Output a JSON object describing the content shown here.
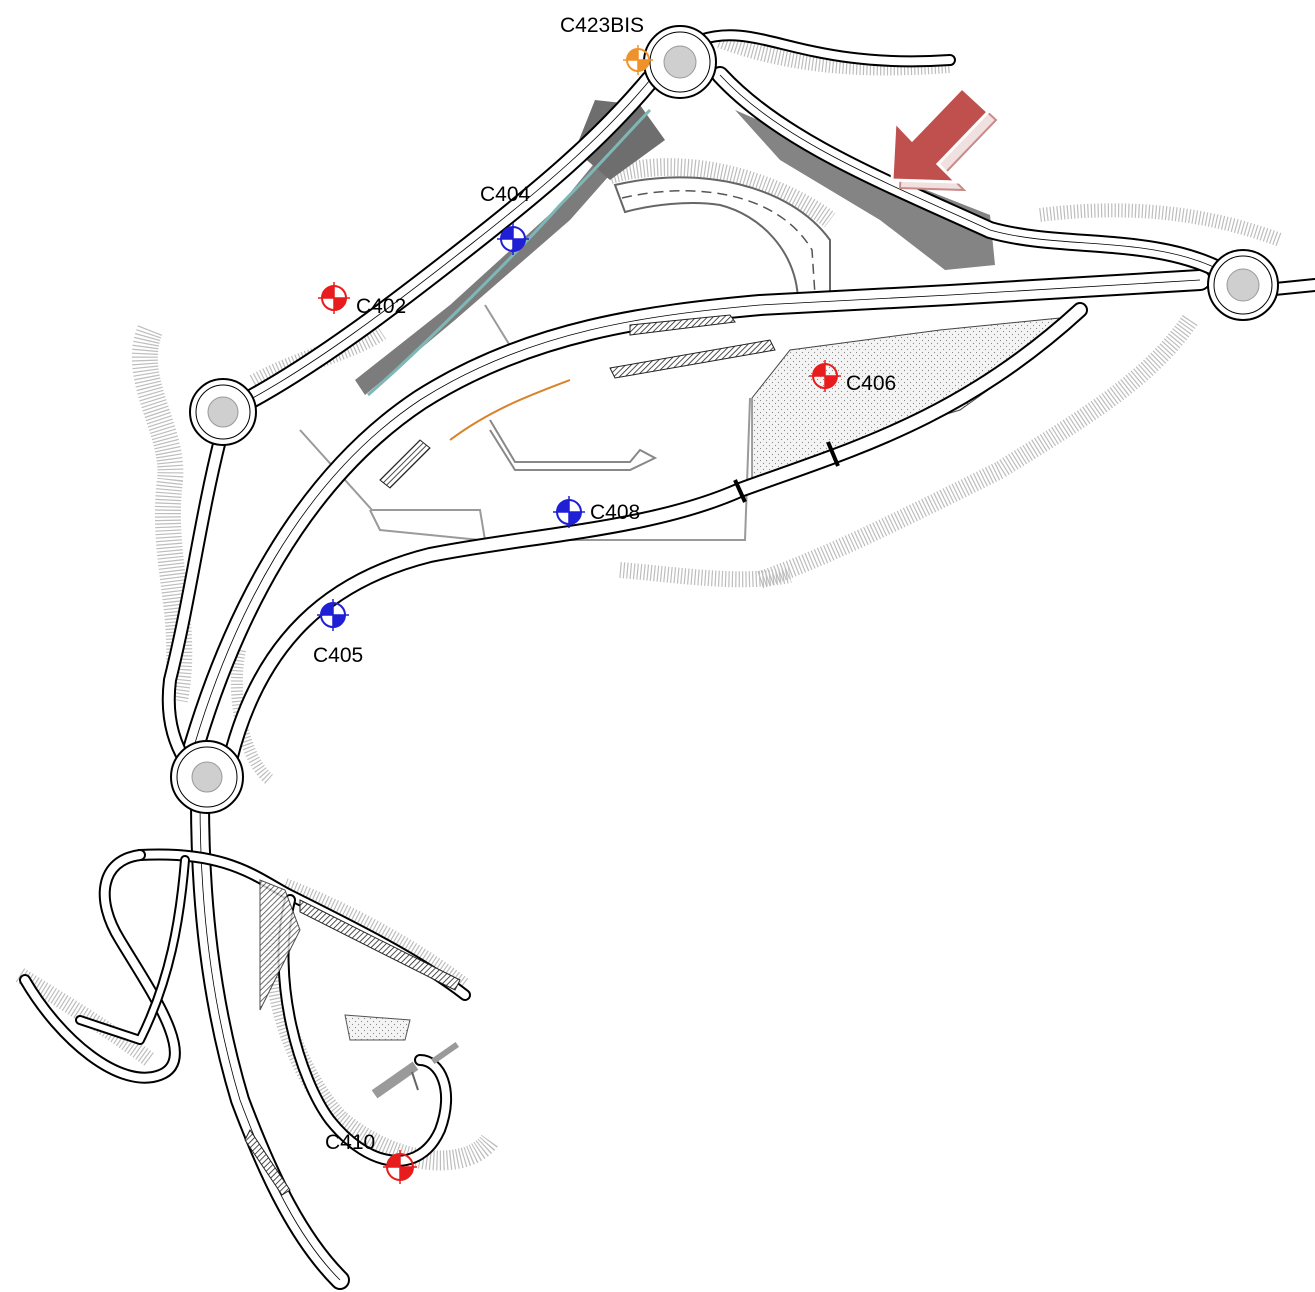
{
  "boreholes": [
    {
      "label": "C423BIS",
      "color": "#f0922b"
    },
    {
      "label": "C404",
      "color": "#1f1fd6"
    },
    {
      "label": "C402",
      "color": "#e81c1c"
    },
    {
      "label": "C406",
      "color": "#e81c1c"
    },
    {
      "label": "C408",
      "color": "#1f1fd6"
    },
    {
      "label": "C405",
      "color": "#1f1fd6"
    },
    {
      "label": "C410",
      "color": "#e81c1c"
    }
  ],
  "colors": {
    "arrow": "#c0504d",
    "hatch_dark": "#6e6e6e",
    "embankment": "#bdbdbd",
    "teal_edge": "#7fb7b7",
    "orange_line": "#d9822b"
  },
  "icons": {
    "borehole": "quartered-circle-crosshair-icon",
    "direction": "arrow-icon",
    "roundabout": "roundabout-icon"
  }
}
